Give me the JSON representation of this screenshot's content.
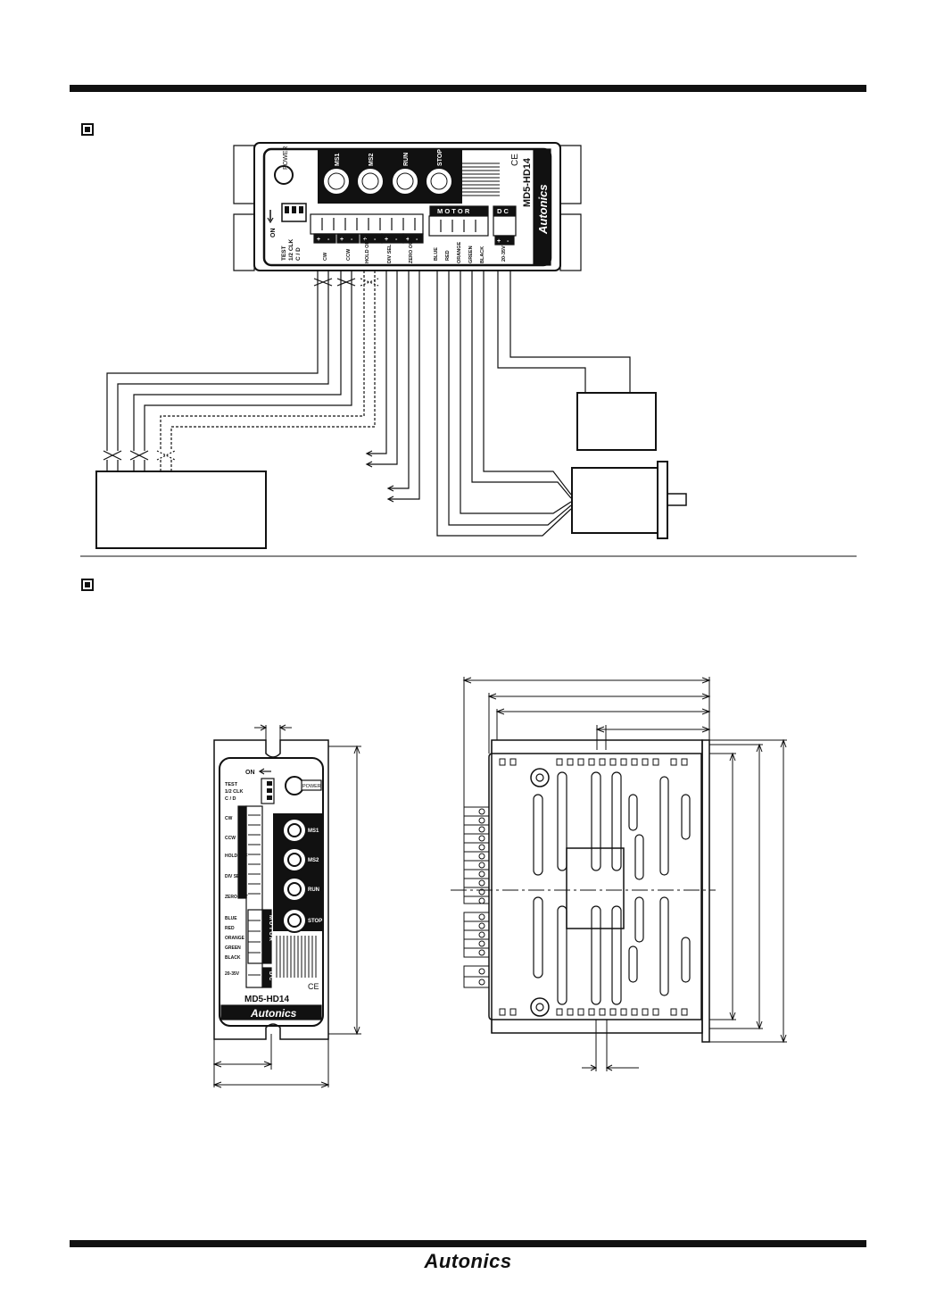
{
  "colors": {
    "ink": "#111111",
    "paper": "#ffffff"
  },
  "top_panel": {
    "brand": "Autonics",
    "model": "MD5-HD14",
    "ce_mark": "CE",
    "power_label": "POWER",
    "on_label": "ON",
    "switch_labels": [
      "TEST",
      "1/2 CLK",
      "C / D"
    ],
    "knobs": [
      "MS1",
      "MS2",
      "RUN",
      "STOP"
    ],
    "motor_group": "M O T O R",
    "dc_group": "D C",
    "terminal_labels": [
      "CW",
      "CCW",
      "HOLD OFF",
      "DIV SEL",
      "ZERO OUT",
      "BLUE",
      "RED",
      "ORANGE",
      "GREEN",
      "BLACK",
      "20-35V"
    ],
    "plus_minus": "+ -"
  },
  "dimension_front": {
    "brand": "Autonics",
    "model": "MD5-HD14",
    "ce_mark": "CE",
    "power_label": "POWER",
    "on_label": "ON",
    "switch_labels": [
      "TEST",
      "1/2 CLK",
      "C / D"
    ],
    "knobs": [
      "MS1",
      "MS2",
      "RUN",
      "STOP"
    ],
    "terminal_labels": [
      "CW",
      "CCW",
      "HOLD OFF",
      "DIV SEL",
      "ZERO OUT",
      "BLUE",
      "RED",
      "ORANGE",
      "GREEN",
      "BLACK",
      "20-35V"
    ],
    "motor_group": "M O T O R",
    "dc_group": "D C"
  },
  "footer": {
    "brand": "Autonics"
  }
}
